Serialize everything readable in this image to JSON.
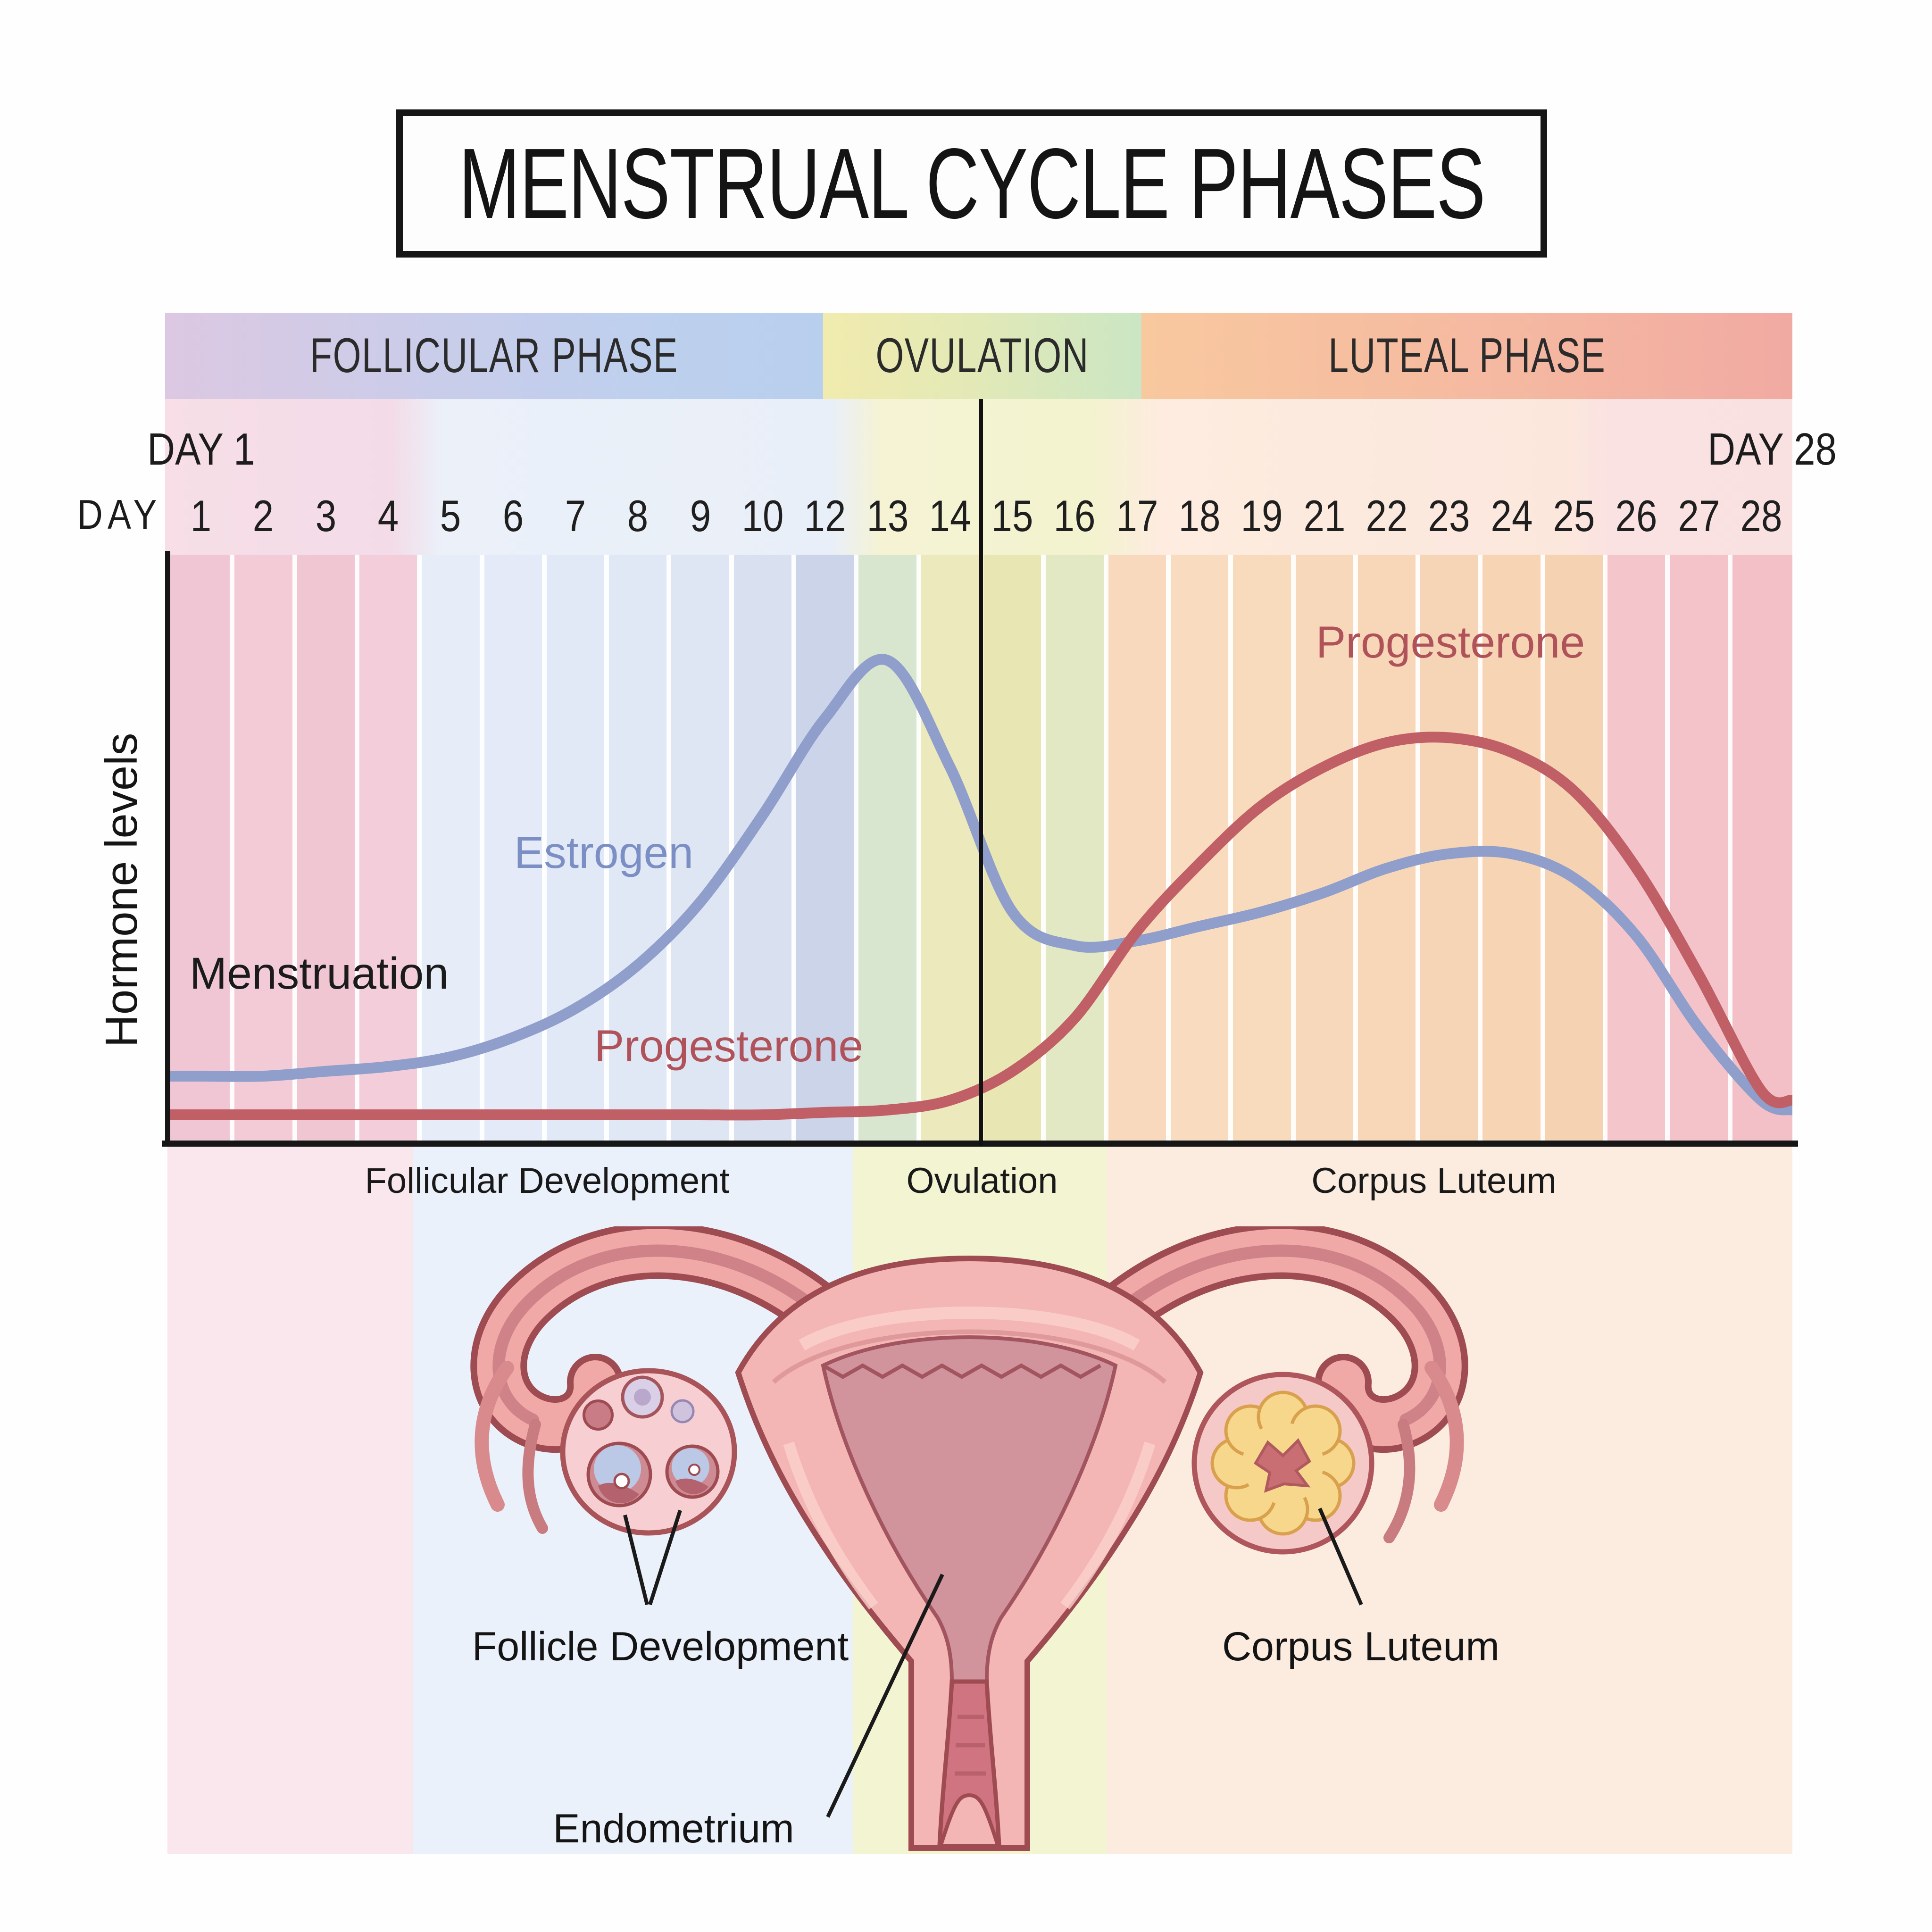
{
  "title": "MENSTRUAL CYCLE PHASES",
  "phase_bands": [
    {
      "label": "FOLLICULAR PHASE"
    },
    {
      "label": "OVULATION"
    },
    {
      "label": "LUTEAL PHASE"
    }
  ],
  "timeline": {
    "start_label": "DAY 1",
    "end_label": "DAY 28",
    "row_prefix": "DAY",
    "days": [
      "1",
      "2",
      "3",
      "4",
      "5",
      "6",
      "7",
      "8",
      "9",
      "10",
      "12",
      "13",
      "14",
      "15",
      "16",
      "17",
      "18",
      "19",
      "21",
      "22",
      "23",
      "24",
      "25",
      "26",
      "27",
      "28"
    ],
    "ovulation_line_after_day": "14"
  },
  "chart": {
    "y_axis_label": "Hormone levels",
    "annotations": {
      "menstruation": "Menstruation",
      "estrogen": "Estrogen",
      "progesterone_follicular": "Progesterone",
      "progesterone_luteal": "Progesterone"
    }
  },
  "chart_data": {
    "type": "line",
    "categories": [
      "1",
      "2",
      "3",
      "4",
      "5",
      "6",
      "7",
      "8",
      "9",
      "10",
      "12",
      "13",
      "14",
      "15",
      "16",
      "17",
      "18",
      "19",
      "21",
      "22",
      "23",
      "24",
      "25",
      "26",
      "27",
      "28"
    ],
    "series": [
      {
        "name": "Estrogen",
        "color": "#8f9ecb",
        "values": [
          14,
          14,
          15,
          16,
          18,
          22,
          28,
          37,
          50,
          68,
          88,
          100,
          78,
          48,
          41,
          42,
          45,
          48,
          52,
          57,
          60,
          60,
          55,
          43,
          24,
          9
        ]
      },
      {
        "name": "Progesterone",
        "color": "#c06066",
        "values": [
          6,
          6,
          6,
          6,
          6,
          6,
          6,
          6,
          6,
          6,
          6.5,
          7,
          9,
          15,
          26,
          44,
          58,
          70,
          78,
          83,
          84,
          81,
          73,
          57,
          35,
          11
        ]
      }
    ],
    "title": "",
    "xlabel": "DAY",
    "ylabel": "Hormone levels",
    "ylim": [
      0,
      110
    ],
    "legend_position": "inline-labels",
    "grid": "white vertical day columns",
    "notes": "Relative hormone levels (unscaled axis). Day labels skip 11 and 20. Black vertical line marks ovulation between the 14 and 15 columns. Estrogen peaks just before ovulation; progesterone peaks mid-luteal phase."
  },
  "stage_labels": [
    {
      "text": "Follicular Development"
    },
    {
      "text": "Ovulation"
    },
    {
      "text": "Corpus Luteum"
    }
  ],
  "anatomy_labels": {
    "follicle": "Follicle Development",
    "endometrium": "Endometrium",
    "corpus_luteum": "Corpus Luteum"
  },
  "column_tints": [
    "#f0c6d4",
    "#f2cbd7",
    "#f0c6d3",
    "#f3cdd9",
    "#e7edf8",
    "#e4eaf7",
    "#e2e9f6",
    "#e0e7f5",
    "#dee5f3",
    "#d9e0f0",
    "#ccd4ea",
    "#d8e6cf",
    "#ece9bc",
    "#e8e7b4",
    "#e3e8c4",
    "#f8d9bd",
    "#f9dcc0",
    "#f8dabc",
    "#f7d8ba",
    "#f7d7b8",
    "#f6d5b6",
    "#f6d4b4",
    "#f5d2b2",
    "#f4c6cb",
    "#f3c3c9",
    "#f2c0c6"
  ],
  "strip_segments": [
    {
      "width_frac": 0.151,
      "color": "#fae6ed"
    },
    {
      "width_frac": 0.271,
      "color": "#ebf1fa"
    },
    {
      "width_frac": 0.156,
      "color": "#f3f4d2"
    },
    {
      "width_frac": 0.422,
      "color": "#fcece0"
    }
  ],
  "colors": {
    "estrogen_curve": "#8f9ecb",
    "progesterone_curve": "#c06066",
    "estrogen_label": "#7b8fc5",
    "progesterone_label": "#b0525a",
    "axis": "#161616",
    "ovulation_marker": "#111111"
  }
}
